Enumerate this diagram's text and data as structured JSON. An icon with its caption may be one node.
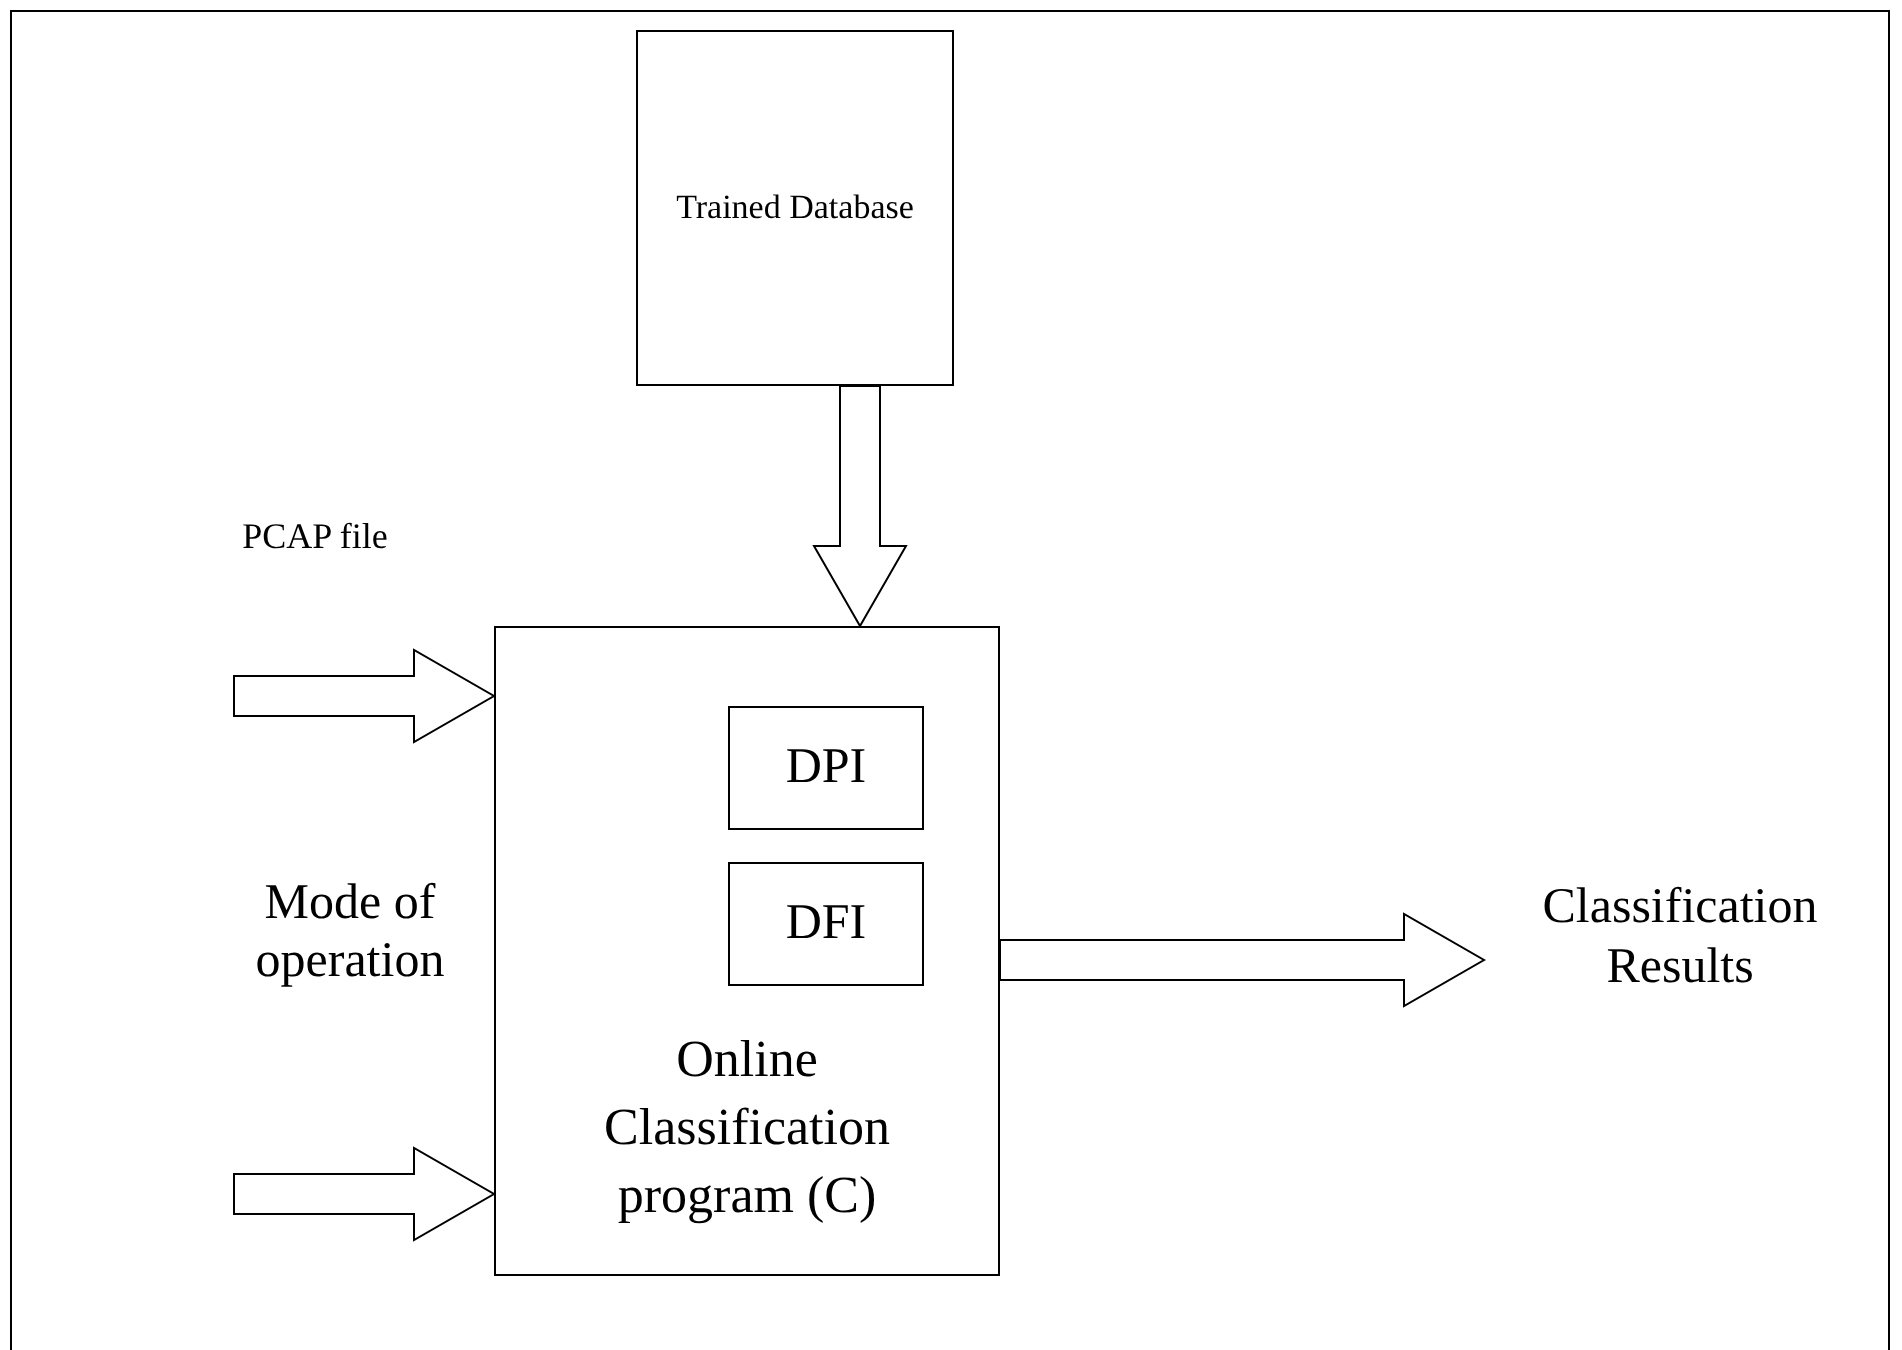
{
  "diagram": {
    "nodes": [
      {
        "text": [
          "Trained Database"
        ]
      },
      {
        "text": [
          "Online Classification program (C)"
        ]
      },
      {
        "text": [
          "DPI"
        ],
        "in": 1
      },
      {
        "text": [
          "DFI"
        ],
        "in": 1
      },
      {
        "text": [
          "Classification Results"
        ]
      }
    ],
    "edges": [
      {
        "from": 0,
        "to": 1,
        "arrow": "to"
      },
      {
        "from": null,
        "to": 1,
        "arrow": "to",
        "label": "PCAP file"
      },
      {
        "from": null,
        "to": 1,
        "arrow": "to",
        "label": "Mode of operation"
      },
      {
        "from": 1,
        "to": 4,
        "arrow": "to"
      }
    ]
  }
}
